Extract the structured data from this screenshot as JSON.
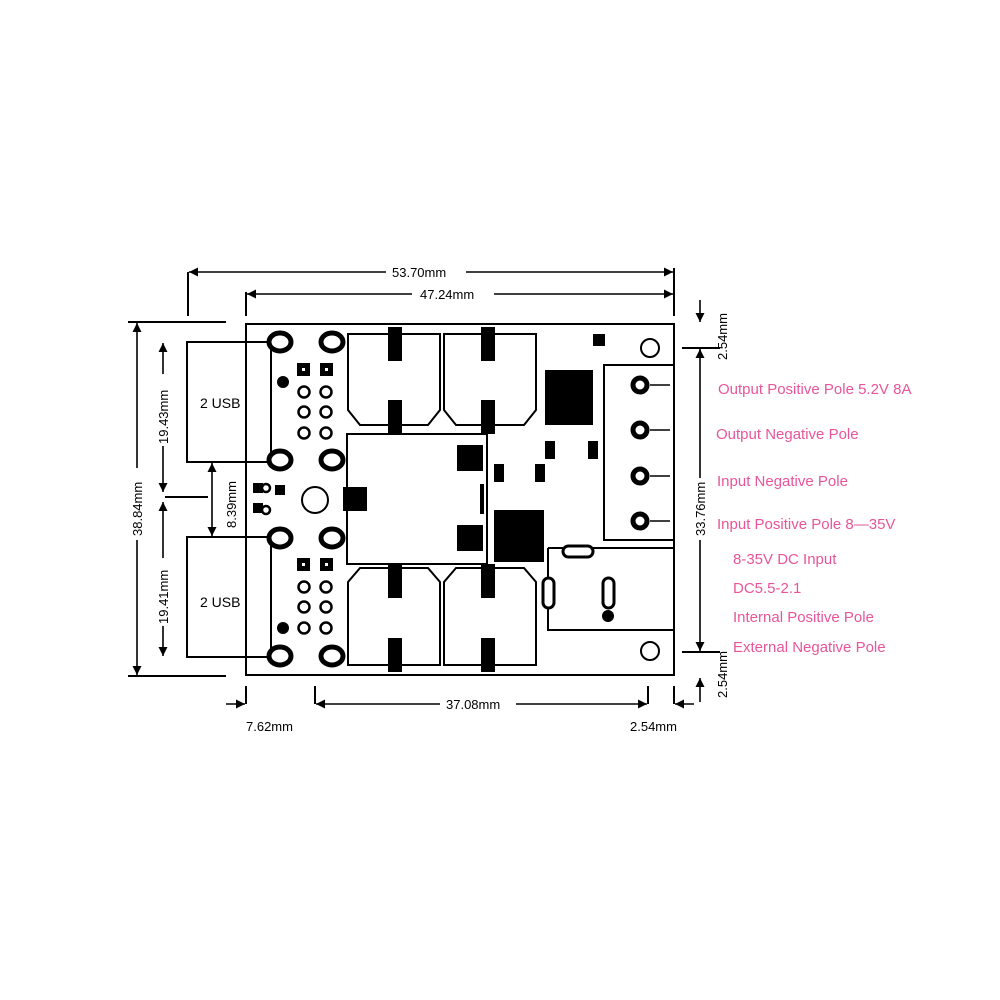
{
  "colors": {
    "line": "#000000",
    "annotation": "#e8559a",
    "background": "#ffffff"
  },
  "dimensions": {
    "total_width": "53.70mm",
    "board_width": "47.24mm",
    "total_height": "38.84mm",
    "usb_top_height": "19.43mm",
    "usb_bottom_height": "19.41mm",
    "usb_gap": "8.39mm",
    "right_height": "33.76mm",
    "right_top": "2.54mm",
    "right_bottom": "2.54mm",
    "bottom_left": "7.62mm",
    "bottom_mid": "37.08mm",
    "bottom_right": "2.54mm"
  },
  "usb_labels": {
    "top": "2 USB",
    "bottom": "2 USB"
  },
  "terminal_labels": [
    "Output Positive Pole 5.2V 8A",
    "Output Negative Pole",
    "Input Negative Pole",
    "Input Positive Pole 8—35V"
  ],
  "dc_labels": [
    "8-35V DC Input",
    "DC5.5-2.1",
    "Internal Positive Pole",
    "External Negative Pole"
  ]
}
